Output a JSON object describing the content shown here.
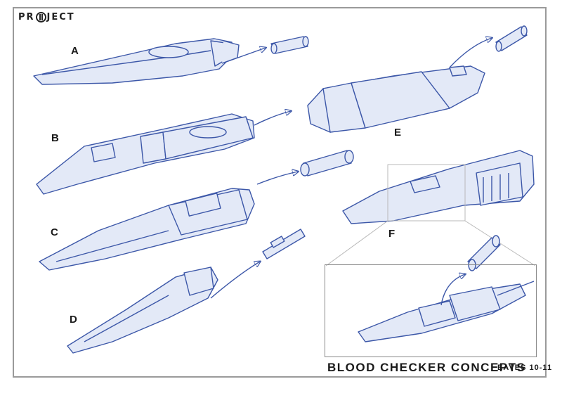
{
  "logo": {
    "prefix": "PR",
    "suffix": "JECT",
    "mark_icon": "circle-h-logo-icon"
  },
  "labels": {
    "a": "A",
    "b": "B",
    "c": "C",
    "d": "D",
    "e": "E",
    "f": "F"
  },
  "title": "BLOOD CHECKER CONCEPTS",
  "credit": "EAVES 10-11",
  "colors": {
    "sketch_line": "#3c57a8",
    "sketch_fill": "#e3e9f7",
    "frame": "#9a9a9a",
    "text": "#1a1a1a"
  }
}
